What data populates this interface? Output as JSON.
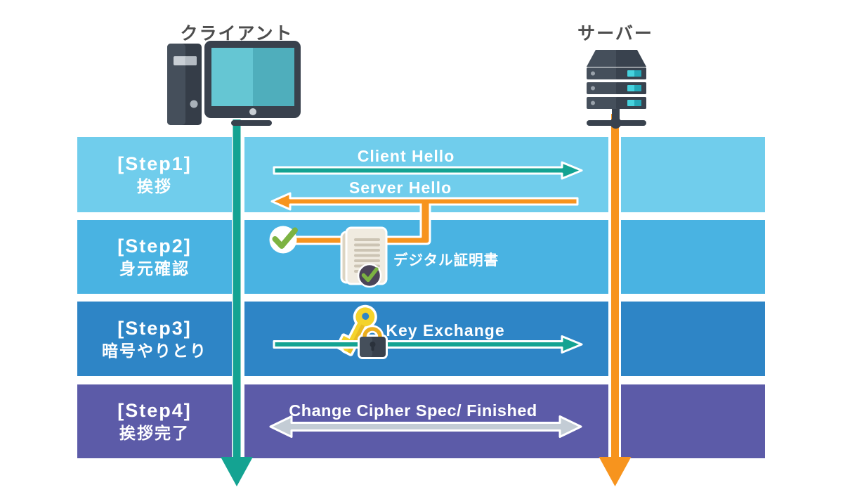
{
  "actors": {
    "client": {
      "label": "クライアント",
      "icon": "desktop-computer-icon",
      "lifeline_color": "#14A392"
    },
    "server": {
      "label": "サーバー",
      "icon": "server-rack-icon",
      "lifeline_color": "#F7941E"
    }
  },
  "steps": [
    {
      "tag": "[Step1]",
      "title_ja": "挨拶",
      "band_color": "#70CDEC"
    },
    {
      "tag": "[Step2]",
      "title_ja": "身元確認",
      "band_color": "#49B3E2"
    },
    {
      "tag": "[Step3]",
      "title_ja": "暗号やりとり",
      "band_color": "#2E85C6"
    },
    {
      "tag": "[Step4]",
      "title_ja": "挨拶完了",
      "band_color": "#5C5BA8"
    }
  ],
  "messages": [
    {
      "label": "Client Hello",
      "from": "client",
      "to": "server",
      "arrow_color": "#14A392"
    },
    {
      "label": "Server Hello",
      "from": "server",
      "to": "client",
      "arrow_color": "#F7941E"
    },
    {
      "label": "デジタル証明書",
      "icon": "certificate-icon",
      "check_color": "#7CB342"
    },
    {
      "label": "Key Exchange",
      "from": "client",
      "to": "server",
      "arrow_color": "#14A392",
      "icon": "key-padlock-icon"
    },
    {
      "label": "Change Cipher Spec/ Finished",
      "from": "both",
      "to": "both",
      "arrow_color": "#C3CCD5"
    }
  ],
  "colors": {
    "icon_slate_dark": "#39424E",
    "icon_slate_light": "#454F5B",
    "screen_teal_light": "#65C6D3",
    "screen_teal_dark": "#4FAEBC",
    "certificate_paper": "#F0EBE0",
    "certificate_badge": "#4B4458",
    "check_green": "#7CB342",
    "key_yellow": "#F4D32B",
    "title_text": "#4D4D4D"
  }
}
